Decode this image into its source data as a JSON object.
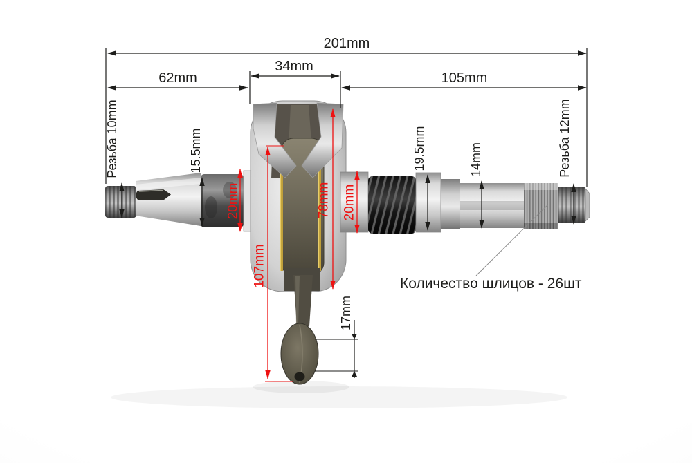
{
  "annotations": {
    "total_length": "201mm",
    "left_section": "62mm",
    "web_width": "34mm",
    "right_section": "105mm",
    "left_thread": "Резьба 10mm",
    "taper_diameter": "15.5mm",
    "left_journal_diameter": "20mm",
    "web_diameter": "78mm",
    "overall_height": "107mm",
    "right_journal_diameter": "20mm",
    "seal_section_diameter": "19.5mm",
    "shaft_diameter": "14mm",
    "right_thread": "Резьба 12mm",
    "small_end_width": "17mm",
    "spline_count_note": "Количество шлицов - 26шт"
  },
  "colors": {
    "dimension_black": "#1d1d1b",
    "dimension_red": "#ee1111",
    "brass_washer": "#bf9f3a",
    "background": "#ffffff"
  }
}
